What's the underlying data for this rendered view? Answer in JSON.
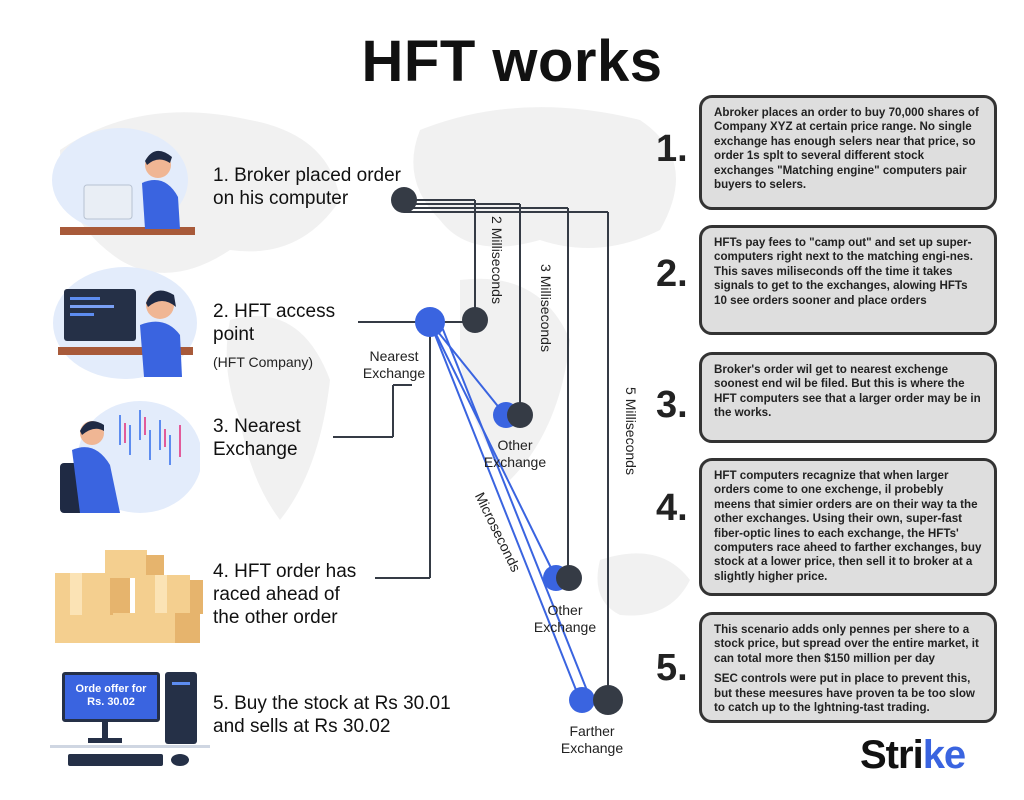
{
  "title": "HFT works",
  "steps": [
    {
      "label": "1. Broker placed order\non his computer"
    },
    {
      "label": "2. HFT access\npoint",
      "sub": "(HFT Company)"
    },
    {
      "label": "3. Nearest\nExchange"
    },
    {
      "label": "4. HFT order has\nraced ahead of\nthe other order"
    },
    {
      "label": "5. Buy the stock at Rs 30.01\nand sells at Rs 30.02"
    }
  ],
  "diagram": {
    "nearest_exchange": "Nearest\nExchange",
    "other_exchange_1": "Other\nExchange",
    "other_exchange_2": "Other\nExchange",
    "farther_exchange": "Farther\nExchange",
    "timing": {
      "two_ms": "2 Milliseconds",
      "three_ms": "3 Milliseconds",
      "five_ms": "5 Milliseconds",
      "microseconds": "Microseconds"
    }
  },
  "screen_text": "Orde offer for\nRs. 30.02",
  "boxes": [
    {
      "number": "1.",
      "paragraphs": [
        "Abroker places an order to buy 70,000 shares of Company XYZ at certain price range. No single exchange has enough selers near that price, so order 1s splt to several different stock exchanges \"Matching engine\" computers pair buyers to selers."
      ]
    },
    {
      "number": "2.",
      "paragraphs": [
        "HFTs pay fees to \"camp out\" and set up super-computers right next to the matching engi-nes. This saves miliseconds off the time it takes signals to get to the exchanges, alowing HFTs 10 see orders sooner and place orders"
      ]
    },
    {
      "number": "3.",
      "paragraphs": [
        "Broker's order wil get to nearest exchenge soonest end wil be filed. But this is where the HFT computers see that a larger order may be in the works."
      ]
    },
    {
      "number": "4.",
      "paragraphs": [
        "HFT computers recagnize that when larger orders come to one exchenge, il probebly meens that simier orders are on their way ta the other exchanges. Using their own, super-fast fiber-optic lines to each exchange, the HFTs' computers race aheed to farther exchanges, buy stock at a lower price, then sell it to broker at a slightly higher price."
      ]
    },
    {
      "number": "5.",
      "paragraphs": [
        "This scenario adds only pennes per shere to a stock price, but spread over the entire market, it can total more then $150 million per day",
        "SEC controls were put in place to prevent this, but these meesures have proven ta be too slow to catch up to the lghtning-tast trading."
      ]
    }
  ],
  "logo": {
    "text": "Stri",
    "accent": "ke"
  },
  "colors": {
    "accent": "#3a64e0",
    "dark": "#353b45",
    "box_bg": "#dedede"
  }
}
